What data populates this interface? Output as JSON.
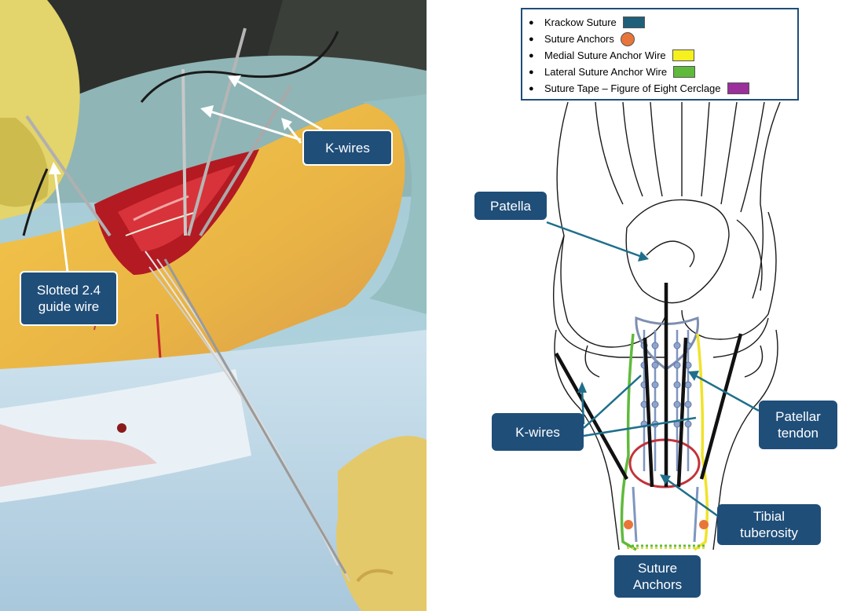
{
  "photo": {
    "callouts": {
      "kwires": "K-wires",
      "guide_wire_line1": "Slotted 2.4",
      "guide_wire_line2": "guide wire"
    }
  },
  "diagram": {
    "legend": [
      {
        "label": "Krackow Suture",
        "color": "#1f5f7a",
        "shape": "rect"
      },
      {
        "label": "Suture Anchors",
        "color": "#e8763a",
        "shape": "circle"
      },
      {
        "label": "Medial Suture Anchor Wire",
        "color": "#f5f01e",
        "shape": "rect"
      },
      {
        "label": "Lateral  Suture Anchor Wire",
        "color": "#5fba3c",
        "shape": "rect"
      },
      {
        "label": "Suture Tape – Figure of Eight Cerclage",
        "color": "#9b2f9b",
        "shape": "rect"
      }
    ],
    "callouts": {
      "patella": "Patella",
      "kwires": "K-wires",
      "patellar_tendon_line1": "Patellar",
      "patellar_tendon_line2": "tendon",
      "tibial_line1": "Tibial",
      "tibial_line2": "tuberosity",
      "anchors_line1": "Suture",
      "anchors_line2": "Anchors"
    }
  }
}
